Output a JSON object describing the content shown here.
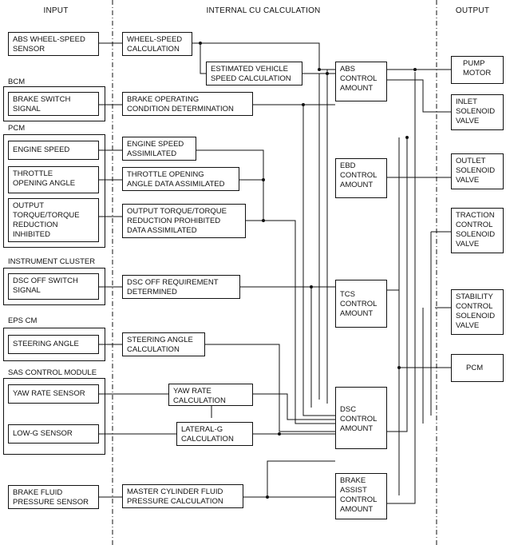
{
  "headers": {
    "input": "INPUT",
    "calc": "INTERNAL CU CALCULATION",
    "output": "OUTPUT"
  },
  "groups": {
    "bcm": "BCM",
    "pcm": "PCM",
    "instrument_cluster": "INSTRUMENT CLUSTER",
    "eps_cm": "EPS CM",
    "sas": "SAS CONTROL MODULE"
  },
  "inputs": {
    "abs_wheel": "ABS WHEEL-SPEED\nSENSOR",
    "brake_switch": "BRAKE SWITCH\nSIGNAL",
    "engine_speed": "ENGINE SPEED",
    "throttle": "THROTTLE\nOPENING ANGLE",
    "torque": "OUTPUT\nTORQUE/TORQUE\nREDUCTION\nINHIBITED",
    "dsc_off": "DSC OFF SWITCH\nSIGNAL",
    "steering": "STEERING ANGLE",
    "yaw": "YAW RATE SENSOR",
    "lowg": "LOW-G SENSOR",
    "brake_fluid": "BRAKE FLUID\nPRESSURE SENSOR"
  },
  "calcs": {
    "wheel_speed": "WHEEL-SPEED\nCALCULATION",
    "est_vehicle": "ESTIMATED VEHICLE\nSPEED CALCULATION",
    "brake_op": "BRAKE OPERATING\nCONDITION DETERMINATION",
    "engine_assim": "ENGINE SPEED\nASSIMILATED",
    "throttle_assim": "THROTTLE OPENING\nANGLE DATA ASSIMILATED",
    "torque_assim": "OUTPUT TORQUE/TORQUE\nREDUCTION PROHIBITED\nDATA ASSIMILATED",
    "dsc_req": "DSC OFF REQUIREMENT\nDETERMINED",
    "steer_calc": "STEERING ANGLE\nCALCULATION",
    "yaw_calc": "YAW RATE\nCALCULATION",
    "lat_calc": "LATERAL-G\nCALCULATION",
    "master_cyl": "MASTER CYLINDER FLUID\nPRESSURE CALCULATION"
  },
  "controls": {
    "abs": "ABS\nCONTROL\nAMOUNT",
    "ebd": "EBD\nCONTROL\nAMOUNT",
    "tcs": "TCS\nCONTROL\nAMOUNT",
    "dsc": "DSC\nCONTROL\nAMOUNT",
    "brake_assist": "BRAKE\nASSIST\nCONTROL\nAMOUNT"
  },
  "outputs": {
    "pump": "PUMP\nMOTOR",
    "inlet": "INLET\nSOLENOID\nVALVE",
    "outlet": "OUTLET\nSOLENOID\nVALVE",
    "traction": "TRACTION\nCONTROL\nSOLENOID\nVALVE",
    "stability": "STABILITY\nCONTROL\nSOLENOID\nVALVE",
    "pcm": "PCM"
  }
}
